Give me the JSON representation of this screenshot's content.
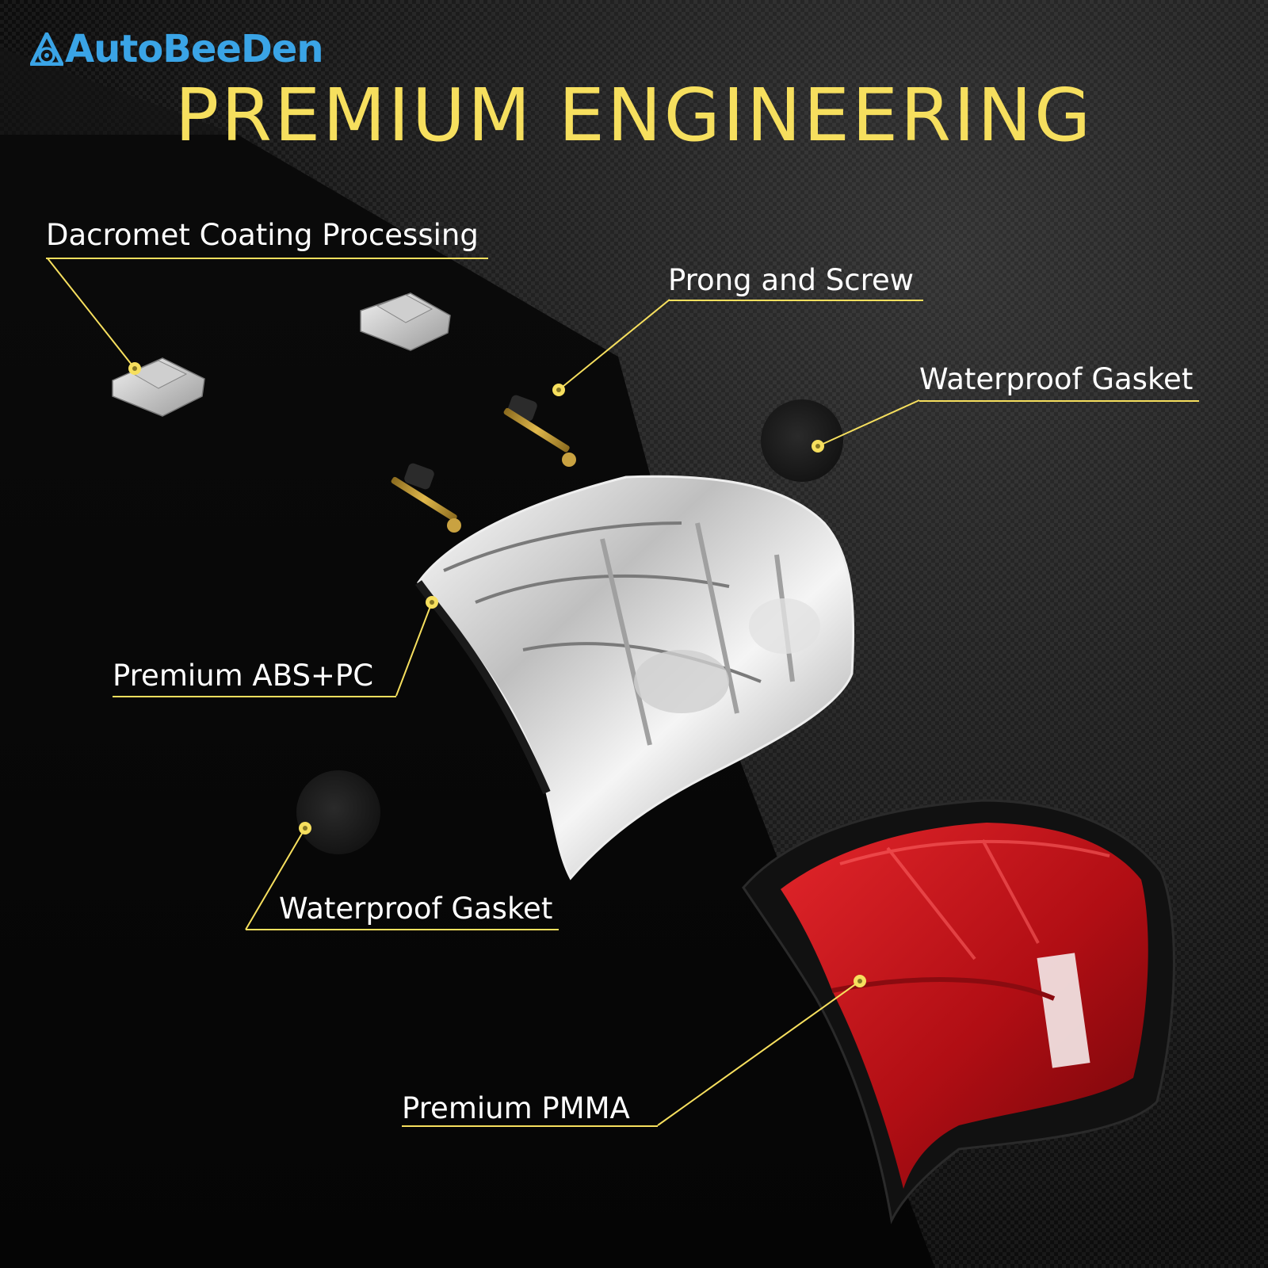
{
  "brand": {
    "name": "AutoBeeDen",
    "color": "#3aa4e6"
  },
  "headline": {
    "text": "PREMIUM ENGINEERING",
    "color": "#f6df5e"
  },
  "callouts": [
    {
      "id": "dacromet",
      "label": "Dacromet Coating Processing"
    },
    {
      "id": "prong",
      "label": "Prong and Screw"
    },
    {
      "id": "gasket-top",
      "label": "Waterproof Gasket"
    },
    {
      "id": "abs",
      "label": "Premium ABS+PC"
    },
    {
      "id": "gasket-bottom",
      "label": "Waterproof Gasket"
    },
    {
      "id": "pmma",
      "label": "Premium PMMA"
    }
  ],
  "colors": {
    "accent": "#f6df5e",
    "lens_red": "#c8141b",
    "housing_chrome": "#d9d9d9"
  }
}
